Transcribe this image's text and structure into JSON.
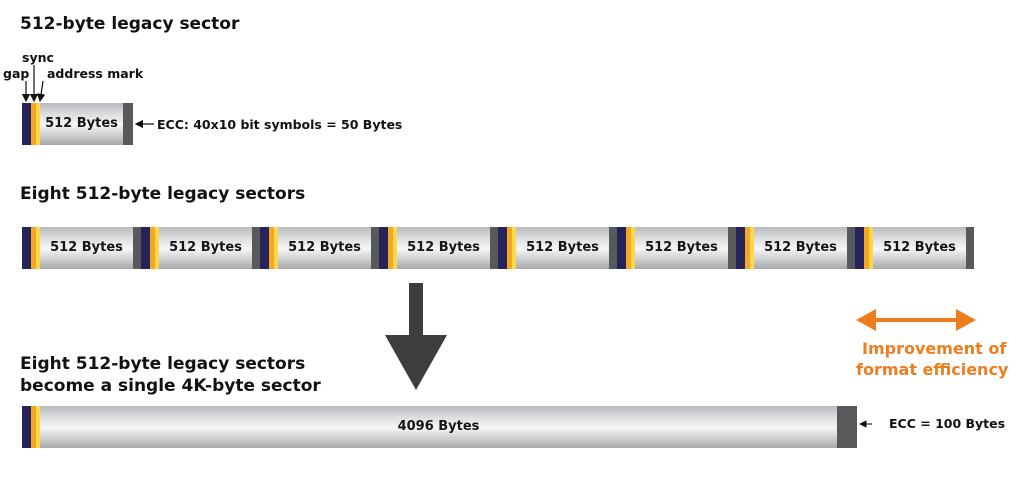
{
  "sections": {
    "single_title": "512-byte legacy sector",
    "eight_title": "Eight 512-byte legacy sectors",
    "combined_title_line1": "Eight 512-byte legacy sectors",
    "combined_title_line2": "become a single 4K-byte sector"
  },
  "labels": {
    "gap": "gap",
    "sync": "sync",
    "address_mark": "address mark",
    "sector_512": "512 Bytes",
    "ecc_512": "ECC: 40x10 bit symbols = 50 Bytes",
    "sector_4k": "4096 Bytes",
    "ecc_4k": "ECC = 100 Bytes",
    "improvement_line1": "Improvement of",
    "improvement_line2": "format efficiency"
  },
  "eight_sectors": [
    "512 Bytes",
    "512 Bytes",
    "512 Bytes",
    "512 Bytes",
    "512 Bytes",
    "512 Bytes",
    "512 Bytes",
    "512 Bytes"
  ],
  "colors": {
    "gap": "#25235a",
    "sync": "#f5a623",
    "address_mark": "#ffd84a",
    "ecc": "#58595b",
    "accent": "#ee7d1e",
    "arrow": "#3d3d3d"
  }
}
